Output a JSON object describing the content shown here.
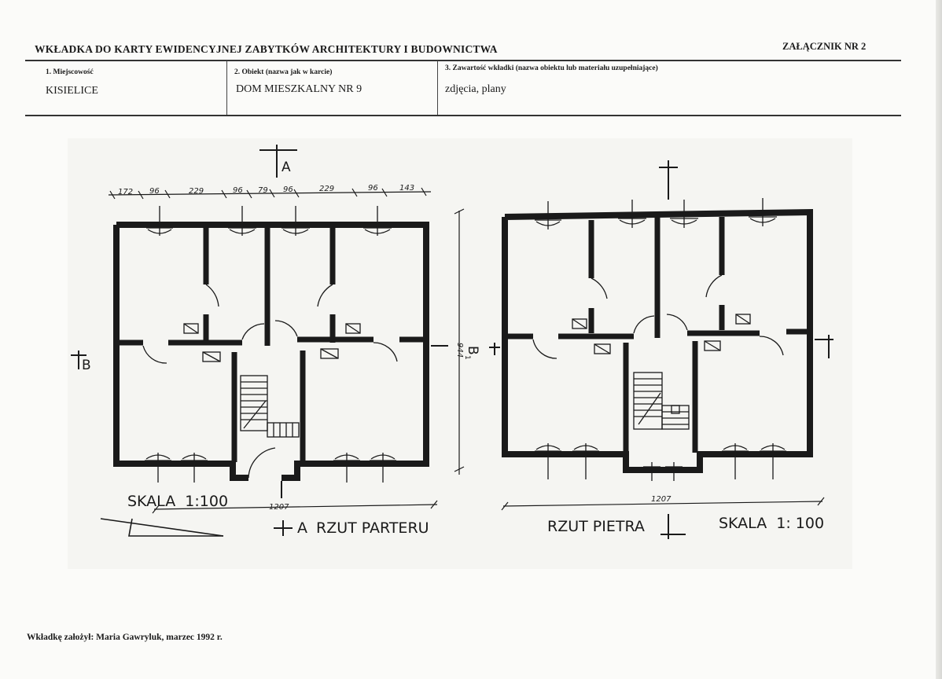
{
  "header": {
    "title": "WKŁADKA DO KARTY EWIDENCYJNEJ ZABYTKÓW ARCHITEKTURY I BUDOWNICTWA",
    "annex": "ZAŁĄCZNIK NR 2"
  },
  "fields": [
    {
      "label": "1. Miejscowość",
      "value": "KISIELICE"
    },
    {
      "label": "2. Obiekt (nazwa jak w karcie)",
      "value": "DOM MIESZKALNY NR 9"
    },
    {
      "label": "3. Zawartość wkładki (nazwa obiektu lub materiału uzupełniające)",
      "value": "zdjęcia, plany"
    }
  ],
  "drawing": {
    "dims_top": [
      "172",
      "96",
      "229",
      "96",
      "79",
      "96",
      "229",
      "96",
      "143"
    ],
    "section_a": "A",
    "section_b": "B",
    "section_b1": "B",
    "section_b1_sub": "1",
    "height_dim": "944",
    "width_dim_left": "1207",
    "width_dim_right": "1207",
    "scale_left": "SKALA  1:100",
    "scale_right": "SKALA  1: 100",
    "plan_left_title": "RZUT PARTERU",
    "plan_left_prefix": "A",
    "plan_right_title": "RZUT PIETRA"
  },
  "footer": {
    "text": "Wkładkę założył: Maria Gawryluk, marzec 1992  r."
  }
}
